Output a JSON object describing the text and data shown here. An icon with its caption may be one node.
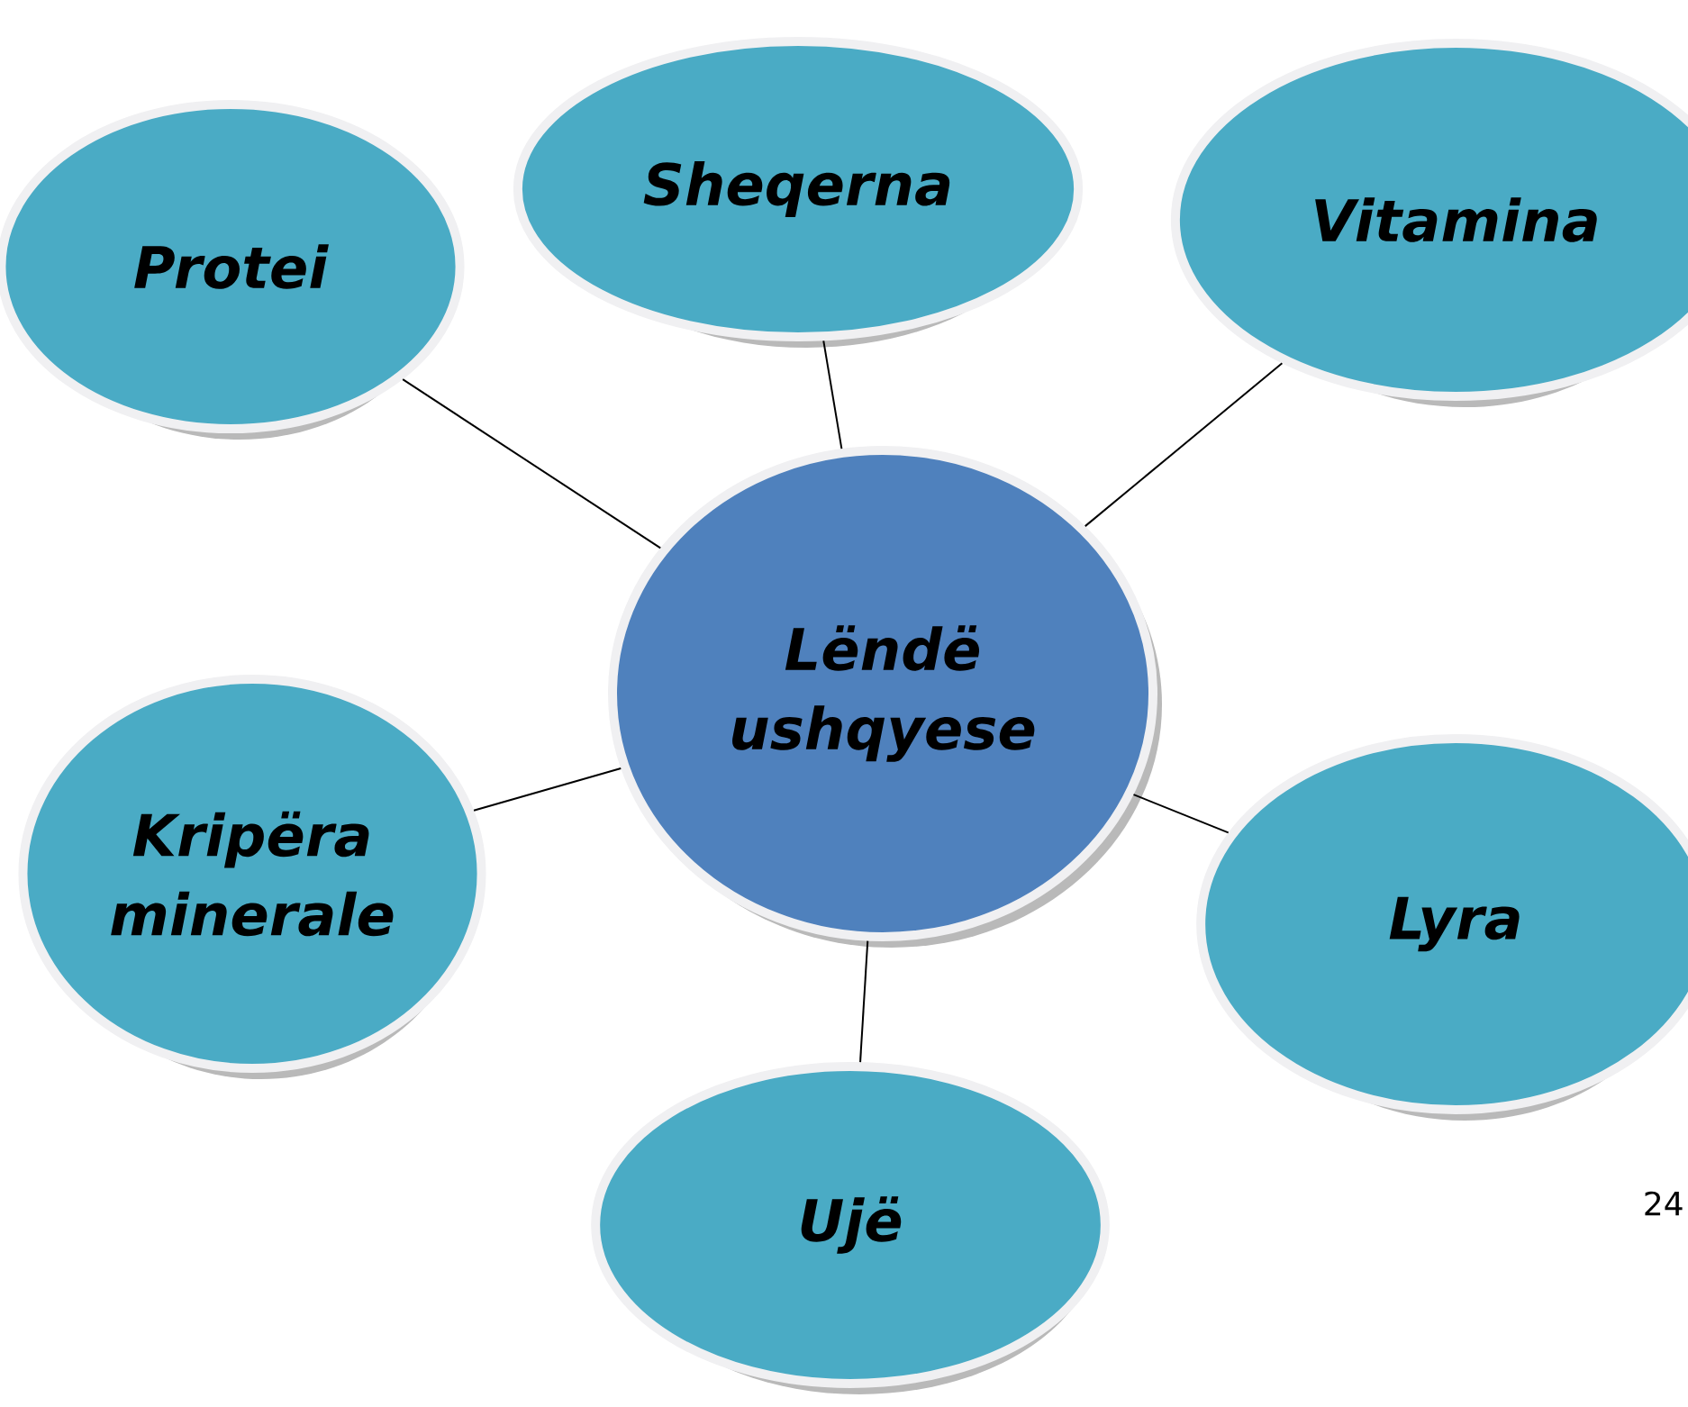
{
  "diagram": {
    "nodes": [
      {
        "text": [
          "Protei"
        ]
      },
      {
        "text": [
          "Sheqerna"
        ]
      },
      {
        "text": [
          "Vitamina"
        ]
      },
      {
        "text": [
          "Lëndë ushqyese"
        ]
      },
      {
        "text": [
          "Kripëra minerale"
        ]
      },
      {
        "text": [
          "Lyra"
        ]
      },
      {
        "text": [
          "Ujë"
        ]
      }
    ],
    "edges": [
      {
        "from": 3,
        "to": 0,
        "arrow": "none"
      },
      {
        "from": 3,
        "to": 1,
        "arrow": "none"
      },
      {
        "from": 3,
        "to": 2,
        "arrow": "none"
      },
      {
        "from": 3,
        "to": 4,
        "arrow": "none"
      },
      {
        "from": 3,
        "to": 5,
        "arrow": "none"
      },
      {
        "from": 3,
        "to": 6,
        "arrow": "none"
      }
    ],
    "labels": [
      "24"
    ]
  }
}
